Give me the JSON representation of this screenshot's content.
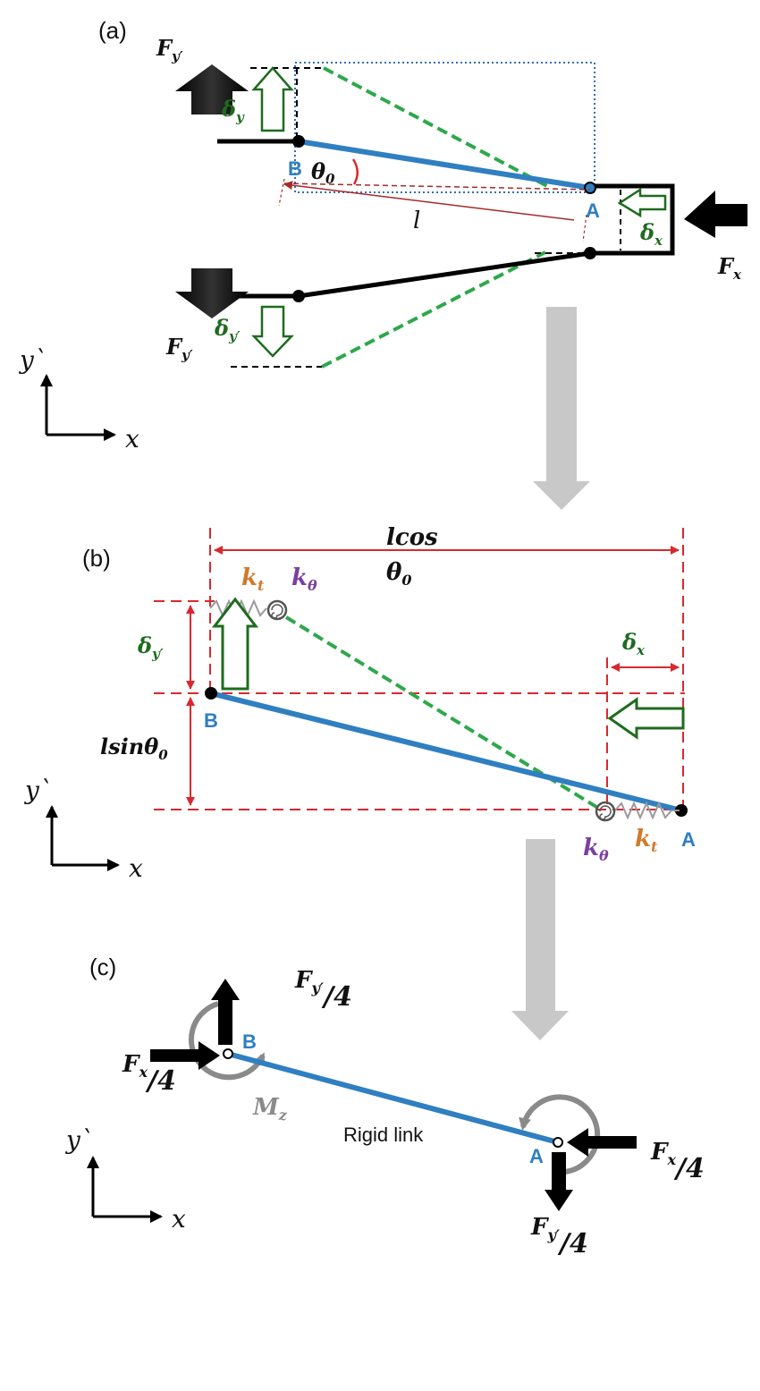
{
  "panels": {
    "a": {
      "label": "(a)",
      "F_y": "F",
      "F_y_sub": "y′",
      "delta": "δ",
      "delta_y_sub": "y",
      "delta_yp_sub": "y′",
      "delta_x_sub": "x",
      "theta": "θ",
      "theta_sub": "0",
      "length": "l",
      "point_B": "B",
      "point_A": "A",
      "F_x": "F",
      "F_x_sub": "x",
      "axis_y": "y`",
      "axis_x": "x"
    },
    "b": {
      "label": "(b)",
      "lcos": "lcos",
      "theta": "θ",
      "theta_sub": "0",
      "k": "k",
      "k_t_sub": "t",
      "k_theta_sub": "θ",
      "delta": "δ",
      "delta_y_sub": "y′",
      "delta_x_sub": "x",
      "lsin": "lsinθ",
      "lsin_sub": "0",
      "point_B": "B",
      "point_A": "A",
      "axis_y": "y`",
      "axis_x": "x"
    },
    "c": {
      "label": "(c)",
      "F": "F",
      "F_y_sub": "y′",
      "F_x_sub": "x",
      "over4": "/4",
      "M": "M",
      "M_sub": "z",
      "rigid_link": "Rigid link",
      "point_B": "B",
      "point_A": "A",
      "axis_y": "y`",
      "axis_x": "x"
    }
  },
  "colors": {
    "beam": "#2f7fc1",
    "green_dash": "#2ea84a",
    "green_arrow": "#1e6b1e",
    "red_dim": "#d9292e",
    "dark_red": "#a52a2a",
    "blue_dotted": "#2f6fb5",
    "gray_arrow": "#c8c8c8",
    "orange": "#d07a2c",
    "purple": "#7b3fa0",
    "moment_gray": "#8a8a8a"
  }
}
